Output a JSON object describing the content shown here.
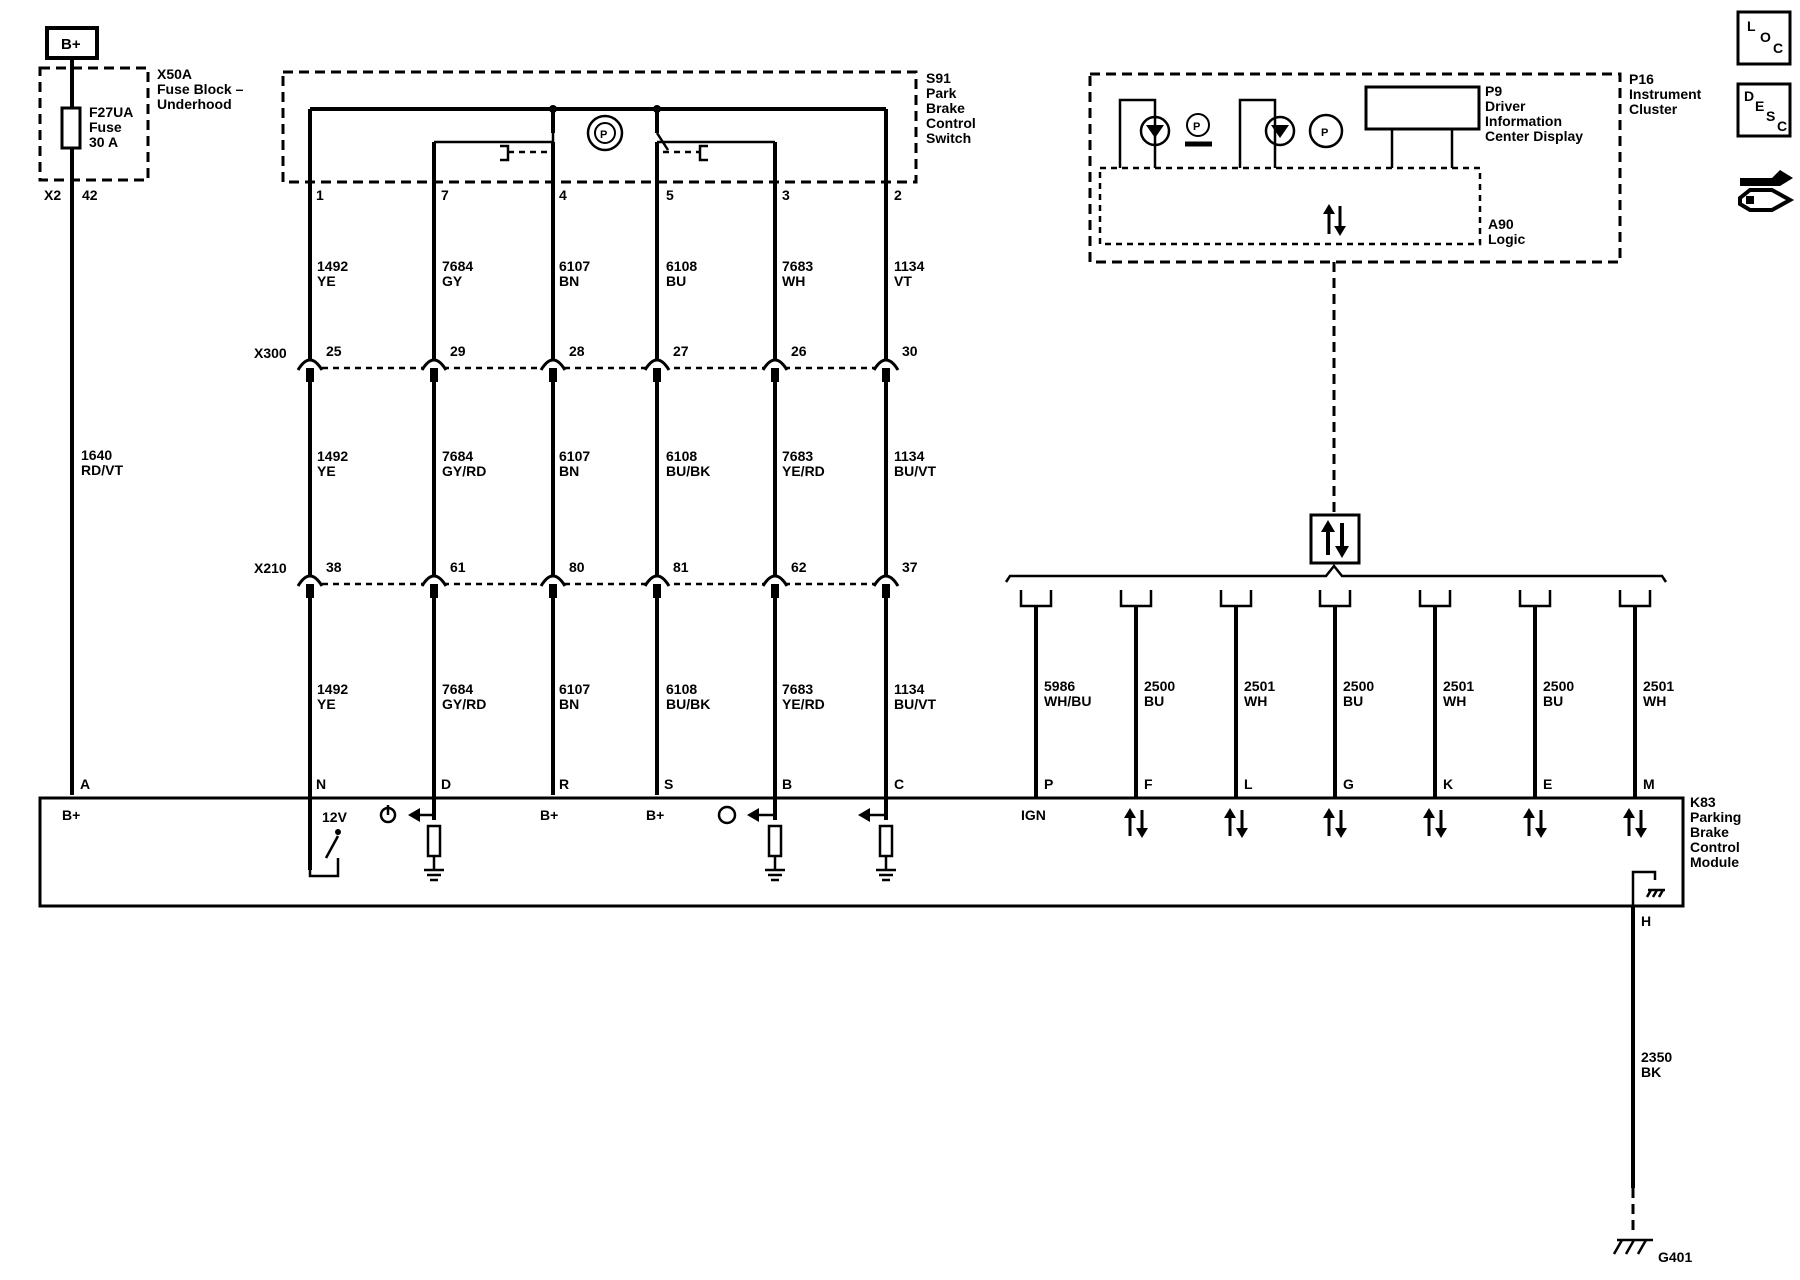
{
  "power": {
    "bplus_label": "B+"
  },
  "fuse_block": {
    "name": "X50A",
    "desc1": "Fuse Block –",
    "desc2": "Underhood",
    "fuse_l1": "F27UA",
    "fuse_l2": "Fuse",
    "fuse_l3": "30 A",
    "conn": "X2",
    "pin": "42"
  },
  "switch": {
    "name": "S91",
    "desc": [
      "Park",
      "Brake",
      "Control",
      "Switch"
    ],
    "pins": [
      "1",
      "7",
      "4",
      "5",
      "3",
      "2"
    ],
    "p_symbol": "P"
  },
  "cluster": {
    "name": "P16",
    "desc": [
      "Instrument",
      "Cluster"
    ],
    "display_name": "P9",
    "display_desc": [
      "Driver",
      "Information",
      "Center Display"
    ],
    "logic_name": "A90",
    "logic_desc": "Logic",
    "p_symbol": "P"
  },
  "wires_top": [
    {
      "num": "1492",
      "color": "YE"
    },
    {
      "num": "7684",
      "color": "GY"
    },
    {
      "num": "6107",
      "color": "BN"
    },
    {
      "num": "6108",
      "color": "BU"
    },
    {
      "num": "7683",
      "color": "WH"
    },
    {
      "num": "1134",
      "color": "VT"
    }
  ],
  "x300": {
    "name": "X300",
    "pins": [
      "25",
      "29",
      "28",
      "27",
      "26",
      "30"
    ]
  },
  "wires_mid": [
    {
      "num": "1492",
      "color": "YE"
    },
    {
      "num": "7684",
      "color": "GY/RD"
    },
    {
      "num": "6107",
      "color": "BN"
    },
    {
      "num": "6108",
      "color": "BU/BK"
    },
    {
      "num": "7683",
      "color": "YE/RD"
    },
    {
      "num": "1134",
      "color": "BU/VT"
    }
  ],
  "x210": {
    "name": "X210",
    "pins": [
      "38",
      "61",
      "80",
      "81",
      "62",
      "37"
    ]
  },
  "wires_bot": [
    {
      "num": "1492",
      "color": "YE"
    },
    {
      "num": "7684",
      "color": "GY/RD"
    },
    {
      "num": "6107",
      "color": "BN"
    },
    {
      "num": "6108",
      "color": "BU/BK"
    },
    {
      "num": "7683",
      "color": "YE/RD"
    },
    {
      "num": "1134",
      "color": "BU/VT"
    }
  ],
  "feed_wire": {
    "num": "1640",
    "color": "RD/VT"
  },
  "bus_wires": [
    {
      "num": "5986",
      "color": "WH/BU"
    },
    {
      "num": "2500",
      "color": "BU"
    },
    {
      "num": "2501",
      "color": "WH"
    },
    {
      "num": "2500",
      "color": "BU"
    },
    {
      "num": "2501",
      "color": "WH"
    },
    {
      "num": "2500",
      "color": "BU"
    },
    {
      "num": "2501",
      "color": "WH"
    }
  ],
  "module": {
    "name": "K83",
    "desc": [
      "Parking",
      "Brake",
      "Control",
      "Module"
    ],
    "pins_left": [
      "A",
      "N",
      "D",
      "R",
      "S",
      "B",
      "C"
    ],
    "pins_right": [
      "P",
      "F",
      "L",
      "G",
      "K",
      "E",
      "M"
    ],
    "inner_bplus": "B+",
    "inner_12v": "12V",
    "inner_ign": "IGN",
    "ground_pin": "H"
  },
  "ground": {
    "wire_num": "2350",
    "wire_color": "BK",
    "name": "G401"
  },
  "nav_icons": {
    "loc": [
      "L",
      "O",
      "C"
    ],
    "desc": [
      "D",
      "E",
      "S",
      "C"
    ]
  }
}
